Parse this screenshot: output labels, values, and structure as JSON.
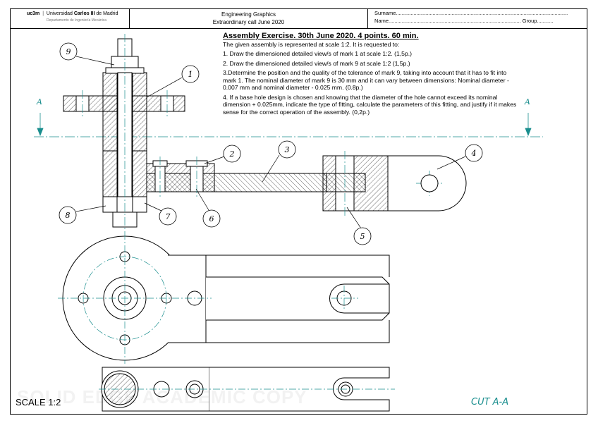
{
  "header": {
    "logo_mark": "uc3m",
    "university_plain": "Universidad ",
    "university_bold": "Carlos III",
    "university_rest": " de Madrid",
    "department": "Departamento de Ingeniería Mecánica",
    "course_title": "Engineering Graphics",
    "course_call": "Extraordinary call June 2020",
    "surname_label": "Surname.....................................................................................................................",
    "name_label": "Name.......................................................................................... Group..........."
  },
  "task": {
    "title": "Assembly Exercise. 30th June 2020. 4 points. 60 min.",
    "intro": "The given assembly is represented at scale 1:2. It is requested to:",
    "items": [
      "1. Draw the dimensioned detailed view/s of mark 1 at scale 1:2.  (1,5p.)",
      "2. Draw the dimensioned detailed view/s of mark 9 at scale 1:2  (1,5p.)",
      "3.Determine the position and the quality of the tolerance of mark 9, taking into account that it has to fit into mark 1. The nominal diameter of mark 9 is 30 mm and it can vary between dimensions: Nominal diameter - 0.007 mm  and nominal diameter - 0.025 mm. (0.8p.)",
      "4. If a base hole design is chosen and knowing that the diameter of the hole cannot exceed its nominal dimension + 0.025mm, indicate the type of fitting, calculate the parameters of this fitting, and justify  if it makes sense for the correct operation of the assembly. (0,2p.)"
    ]
  },
  "balloons": [
    "1",
    "2",
    "3",
    "4",
    "5",
    "6",
    "7",
    "8",
    "9"
  ],
  "section_letter": "A",
  "scale_label": "SCALE 1:2",
  "cut_label": "CUT A-A",
  "watermark": "SOLID EDGE ACADEMIC COPY",
  "colors": {
    "line": "#000000",
    "center": "#1a8e8e",
    "hatch": "#000000"
  }
}
